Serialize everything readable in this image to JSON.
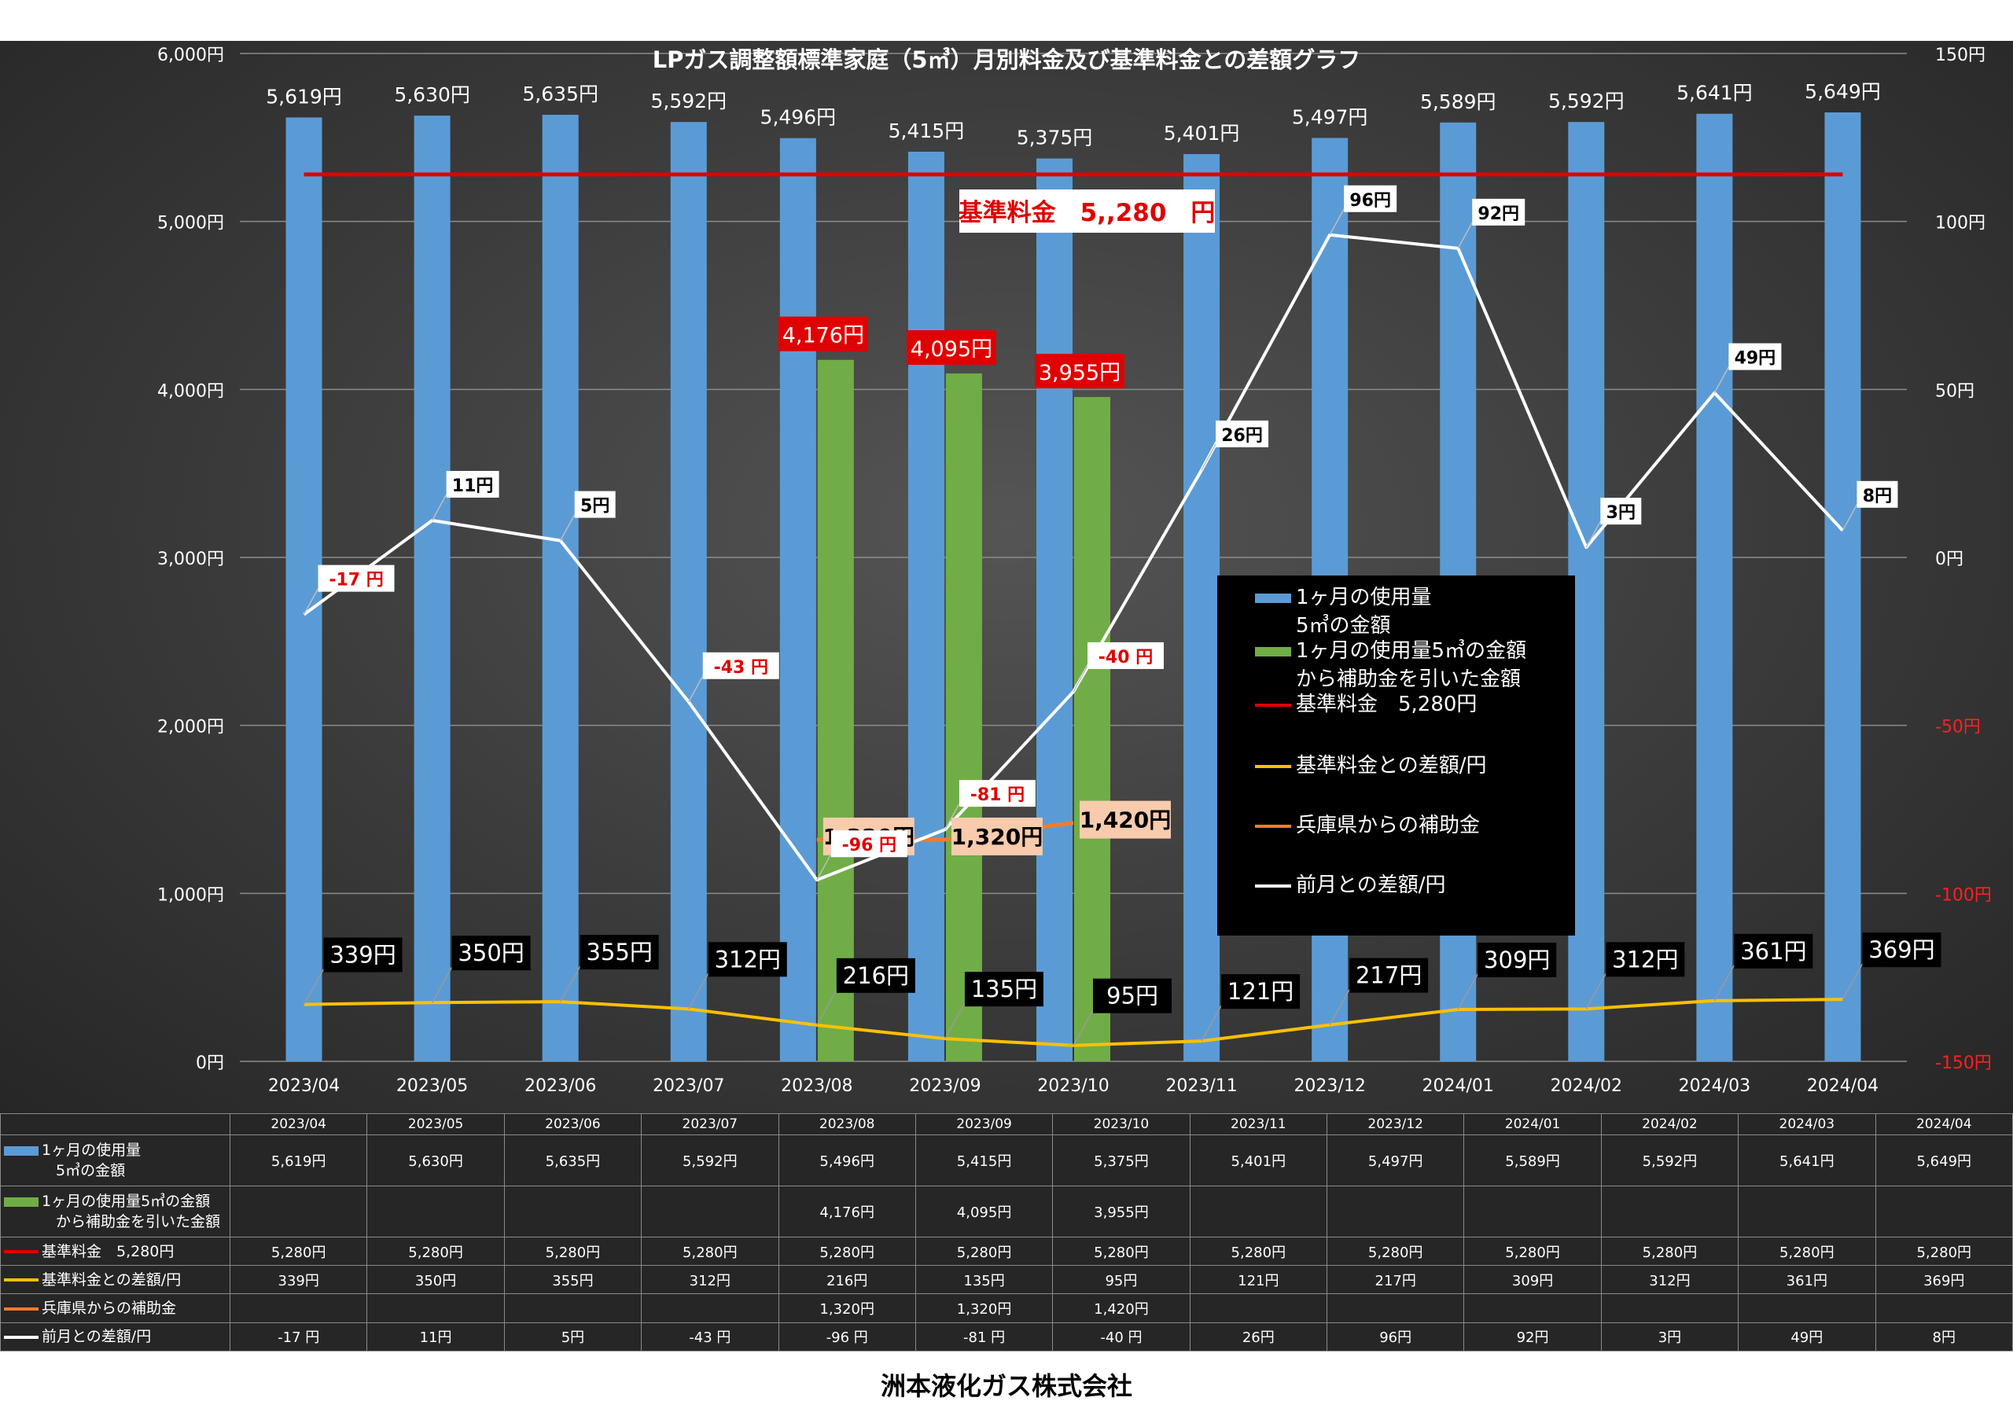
{
  "chart_data": {
    "type": "bar",
    "title": "LPガス調整額標準家庭（5㎥）月別料金及び基準料金との差額グラフ",
    "categories": [
      "2023/04",
      "2023/05",
      "2023/06",
      "2023/07",
      "2023/08",
      "2023/09",
      "2023/10",
      "2023/11",
      "2023/12",
      "2024/01",
      "2024/02",
      "2024/03",
      "2024/04"
    ],
    "y_left": {
      "range": [
        0,
        6000
      ],
      "ticks": [
        "0円",
        "1,000円",
        "2,000円",
        "3,000円",
        "4,000円",
        "5,000円",
        "6,000円"
      ],
      "tick_values": [
        0,
        1000,
        2000,
        3000,
        4000,
        5000,
        6000
      ]
    },
    "y_right": {
      "range": [
        -150,
        150
      ],
      "ticks": [
        "-150円",
        "-100円",
        "-50円",
        "0円",
        "50円",
        "100円",
        "150円"
      ],
      "tick_values": [
        -150,
        -100,
        -50,
        0,
        50,
        100,
        150
      ]
    },
    "grid": true,
    "legend_position": "center-right",
    "series": [
      {
        "name": "1ヶ月の使用量5㎥の金額",
        "legend": [
          "1ヶ月の使用量",
          "5㎥の金額"
        ],
        "type": "bar",
        "color": "#5b9bd5",
        "axis": "left",
        "values": [
          5619,
          5630,
          5635,
          5592,
          5496,
          5415,
          5375,
          5401,
          5497,
          5589,
          5592,
          5641,
          5649
        ],
        "labels": [
          "5,619円",
          "5,630円",
          "5,635円",
          "5,592円",
          "5,496円",
          "5,415円",
          "5,375円",
          "5,401円",
          "5,497円",
          "5,589円",
          "5,592円",
          "5,641円",
          "5,649円"
        ]
      },
      {
        "name": "1ヶ月の使用量5㎥の金額から補助金を引いた金額",
        "legend": [
          "1ヶ月の使用量5㎥の金額",
          "から補助金を引いた金額"
        ],
        "type": "bar",
        "color": "#70ad47",
        "axis": "left",
        "values": [
          null,
          null,
          null,
          null,
          4176,
          4095,
          3955,
          null,
          null,
          null,
          null,
          null,
          null
        ],
        "labels": [
          "",
          "",
          "",
          "",
          "4,176円",
          "4,095円",
          "3,955円",
          "",
          "",
          "",
          "",
          "",
          ""
        ]
      },
      {
        "name": "基準料金　5,280円",
        "legend": [
          "基準料金　5,280円"
        ],
        "type": "line",
        "color": "#e00000",
        "axis": "left",
        "values": [
          5280,
          5280,
          5280,
          5280,
          5280,
          5280,
          5280,
          5280,
          5280,
          5280,
          5280,
          5280,
          5280
        ],
        "labels": [
          "5,280円",
          "5,280円",
          "5,280円",
          "5,280円",
          "5,280円",
          "5,280円",
          "5,280円",
          "5,280円",
          "5,280円",
          "5,280円",
          "5,280円",
          "5,280円",
          "5,280円"
        ]
      },
      {
        "name": "基準料金との差額/円",
        "legend": [
          "基準料金との差額/円"
        ],
        "type": "line",
        "color": "#ffc000",
        "axis": "left",
        "values": [
          339,
          350,
          355,
          312,
          216,
          135,
          95,
          121,
          217,
          309,
          312,
          361,
          369
        ],
        "labels": [
          "339円",
          "350円",
          "355円",
          "312円",
          "216円",
          "135円",
          "95円",
          "121円",
          "217円",
          "309円",
          "312円",
          "361円",
          "369円"
        ]
      },
      {
        "name": "兵庫県からの補助金",
        "legend": [
          "兵庫県からの補助金"
        ],
        "type": "line",
        "color": "#ed7d31",
        "axis": "left",
        "values": [
          null,
          null,
          null,
          null,
          1320,
          1320,
          1420,
          null,
          null,
          null,
          null,
          null,
          null
        ],
        "labels": [
          "",
          "",
          "",
          "",
          "1,320円",
          "1,320円",
          "1,420円",
          "",
          "",
          "",
          "",
          "",
          ""
        ]
      },
      {
        "name": "前月との差額/円",
        "legend": [
          "前月との差額/円"
        ],
        "type": "line",
        "color": "#ffffff",
        "axis": "right",
        "values": [
          -17,
          11,
          5,
          -43,
          -96,
          -81,
          -40,
          26,
          96,
          92,
          3,
          49,
          8
        ],
        "labels": [
          "-17 円",
          "11円",
          "5円",
          "-43 円",
          "-96 円",
          "-81 円",
          "-40 円",
          "26円",
          "96円",
          "92円",
          "3円",
          "49円",
          "8円"
        ]
      }
    ],
    "annotations": [
      "基準料金　5,,280　円"
    ]
  },
  "footer": "洲本液化ガス株式会社"
}
